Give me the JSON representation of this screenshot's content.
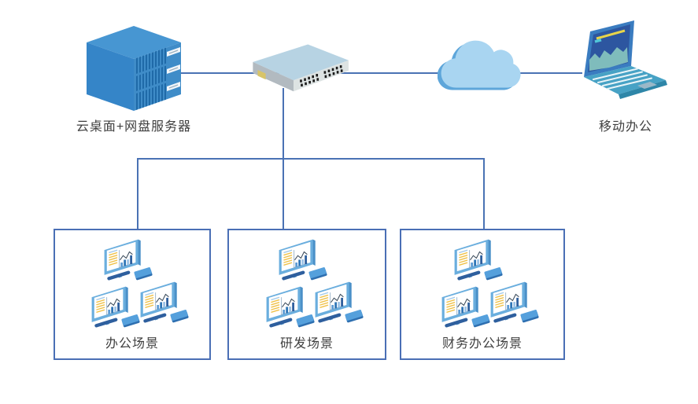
{
  "diagram": {
    "background": "#ffffff",
    "connector_color": "#4a72b4",
    "box_border_color": "#4a6fb5",
    "label_color": "#3f3f3f",
    "accent_yellow": "#f0c24a",
    "server_blue": "#3f8cc8",
    "cloud_blue": "#a9d5f1",
    "nodes": {
      "server": {
        "label": "云桌面+网盘服务器",
        "icon": "server-icon"
      },
      "switch": {
        "icon": "network-switch-icon"
      },
      "cloud": {
        "icon": "cloud-icon"
      },
      "mobile": {
        "label": "移动办公",
        "icon": "laptop-icon"
      }
    },
    "scene_boxes": [
      {
        "label": "办公场景",
        "workstation_count": 3
      },
      {
        "label": "研发场景",
        "workstation_count": 3
      },
      {
        "label": "财务办公场景",
        "workstation_count": 3
      }
    ]
  }
}
